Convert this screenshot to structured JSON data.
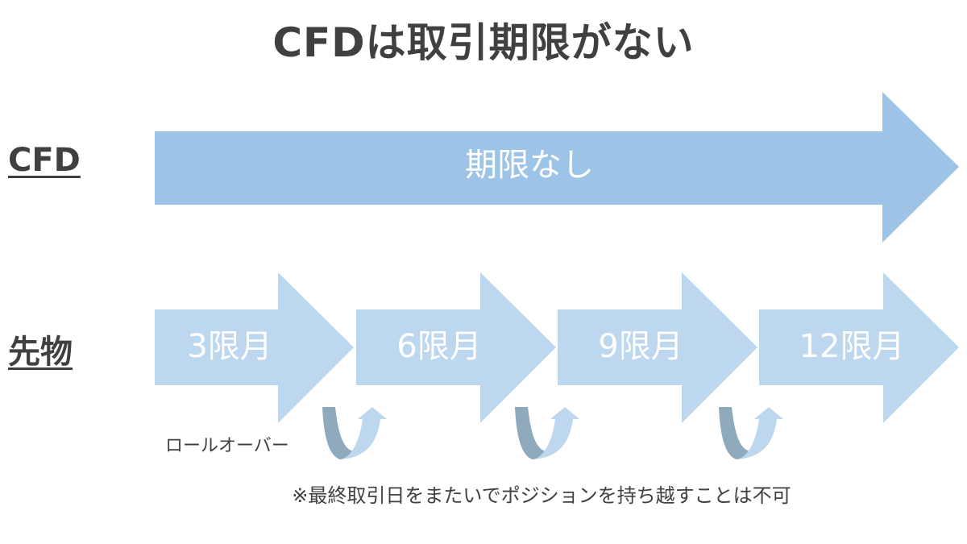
{
  "title": "CFDは取引期限がない",
  "labels": {
    "cfd": "CFD",
    "futures": "先物"
  },
  "cfd_arrow": {
    "text": "期限なし"
  },
  "futures_arrows": [
    "3限月",
    "6限月",
    "9限月",
    "12限月"
  ],
  "rollover_label": "ロールオーバー",
  "footnote": "※最終取引日をまたいでポジションを持ち越すことは不可",
  "colors": {
    "title": "#404040",
    "cfd_arrow": "#9dc3e6",
    "futures_arrow": "#bdd7ee",
    "loop_dark": "#8faabc",
    "loop_light": "#bdd7ee"
  }
}
